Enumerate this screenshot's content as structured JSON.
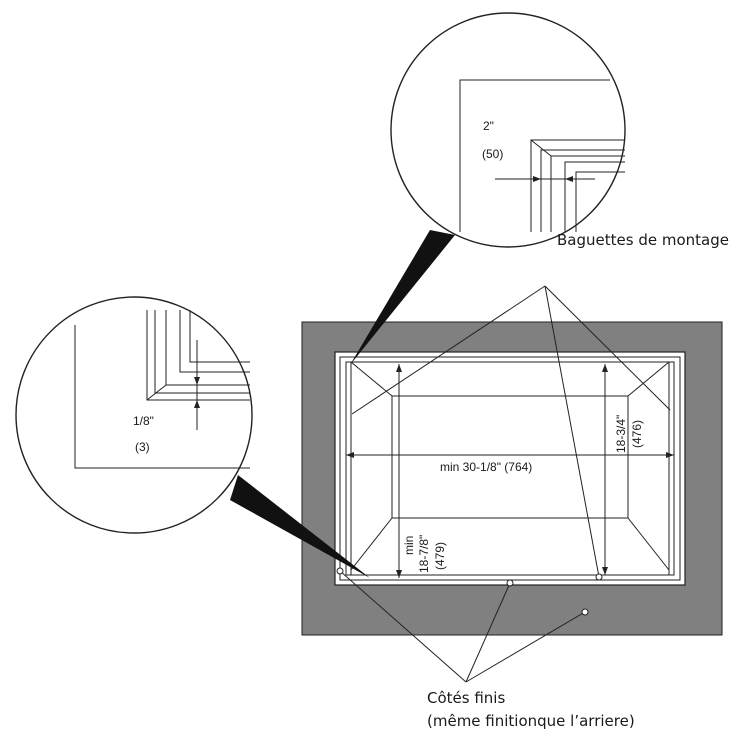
{
  "callouts": {
    "top": {
      "fraction": "2\"",
      "mm": "(50)"
    },
    "left": {
      "fraction": "1/8\"",
      "mm": "(3)"
    }
  },
  "labels": {
    "baguettes": "Baguettes de montage",
    "cotes_line1": "Côtés finis",
    "cotes_line2": "(même finitionque l’arriere)"
  },
  "dimensions": {
    "width": "min 30-1/8\" (764)",
    "height_a": "18-3/4\"",
    "height_a_mm": "(476)",
    "height_b_min": "min",
    "height_b": "18-7/8\"",
    "height_b_mm": "(479)"
  },
  "colors": {
    "wall": "#808080",
    "line": "#1a1a1a",
    "paper": "#ffffff"
  }
}
